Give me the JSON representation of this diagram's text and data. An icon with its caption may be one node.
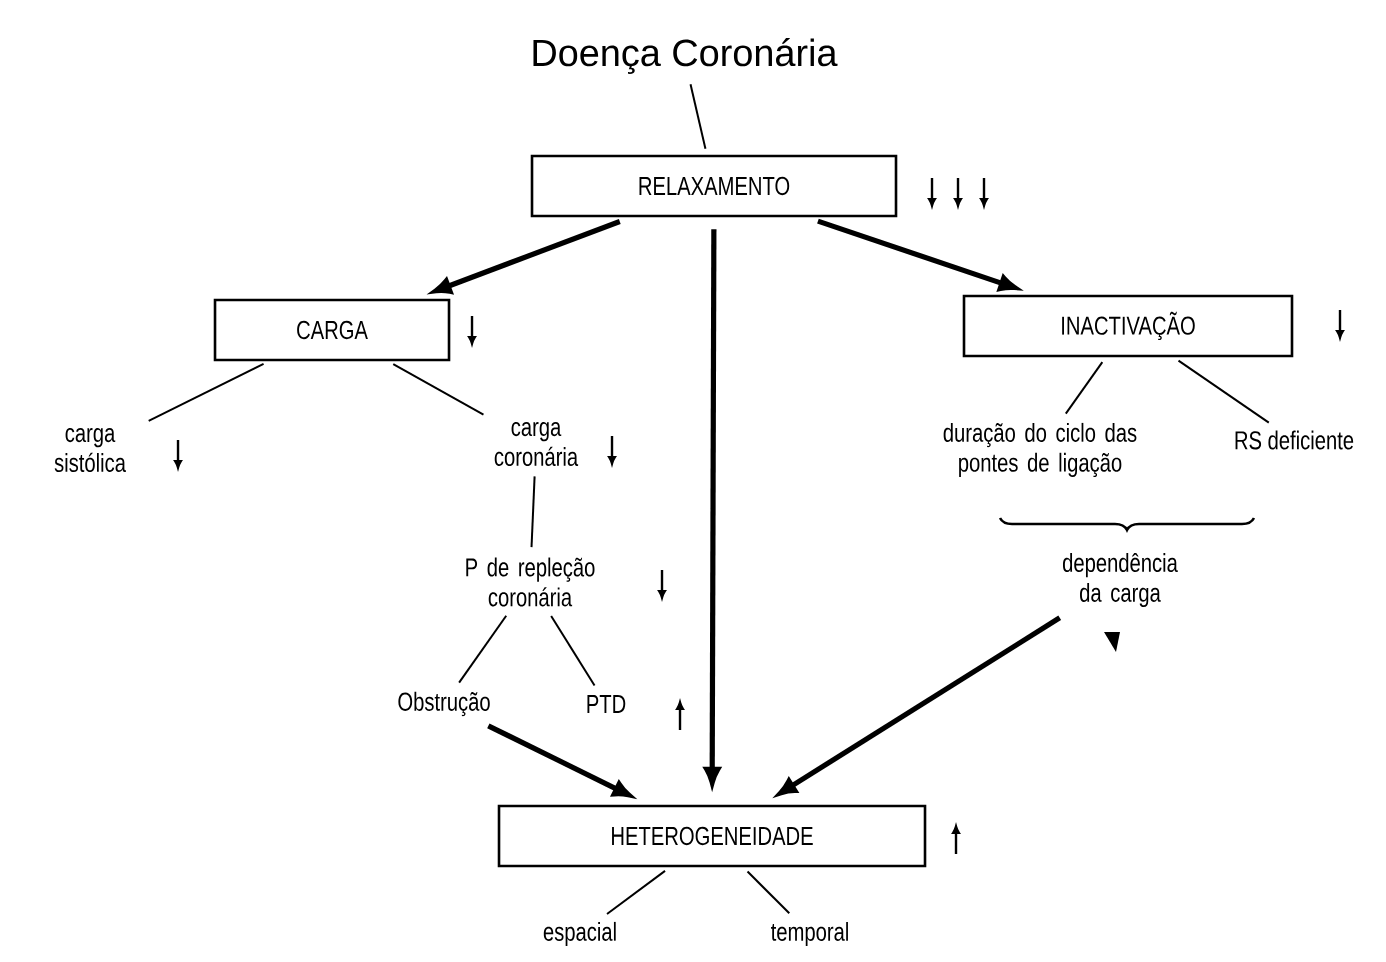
{
  "diagram": {
    "nodes": [
      {
        "text": [
          "Doença Coronária"
        ]
      },
      {
        "text": [
          "RELAXAMENTO"
        ]
      },
      {
        "text": [
          "CARGA"
        ]
      },
      {
        "text": [
          "INACTIVAÇÃO"
        ]
      },
      {
        "text": [
          "carga sistólica"
        ]
      },
      {
        "text": [
          "carga coronária"
        ]
      },
      {
        "text": [
          "P de repleção coronária"
        ]
      },
      {
        "text": [
          "Obstrução"
        ]
      },
      {
        "text": [
          "PTD"
        ]
      },
      {
        "text": [
          "duração do ciclo das pontes de ligação"
        ]
      },
      {
        "text": [
          "RS deficiente"
        ]
      },
      {
        "text": [
          "dependência da carga"
        ]
      },
      {
        "text": [
          "HETEROGENEIDADE"
        ]
      },
      {
        "text": [
          "espacial"
        ]
      },
      {
        "text": [
          "temporal"
        ]
      }
    ],
    "edges": [
      {
        "from": 0,
        "to": 1,
        "arrow": "none"
      },
      {
        "from": 1,
        "to": 2,
        "arrow": "to",
        "style": "thick"
      },
      {
        "from": 1,
        "to": 3,
        "arrow": "to",
        "style": "thick"
      },
      {
        "from": 1,
        "to": 12,
        "arrow": "to",
        "style": "thick"
      },
      {
        "from": 2,
        "to": 4,
        "arrow": "none"
      },
      {
        "from": 2,
        "to": 5,
        "arrow": "none"
      },
      {
        "from": 5,
        "to": 6,
        "arrow": "none"
      },
      {
        "from": 6,
        "to": 7,
        "arrow": "none"
      },
      {
        "from": 6,
        "to": 8,
        "arrow": "none"
      },
      {
        "from": 3,
        "to": 9,
        "arrow": "none"
      },
      {
        "from": 3,
        "to": 10,
        "arrow": "none"
      },
      {
        "from": 7,
        "to": 12,
        "arrow": "to",
        "style": "thick"
      },
      {
        "from": 11,
        "to": 12,
        "arrow": "to",
        "style": "thick"
      },
      {
        "from": 12,
        "to": 13,
        "arrow": "none"
      },
      {
        "from": 12,
        "to": 14,
        "arrow": "none"
      }
    ]
  }
}
